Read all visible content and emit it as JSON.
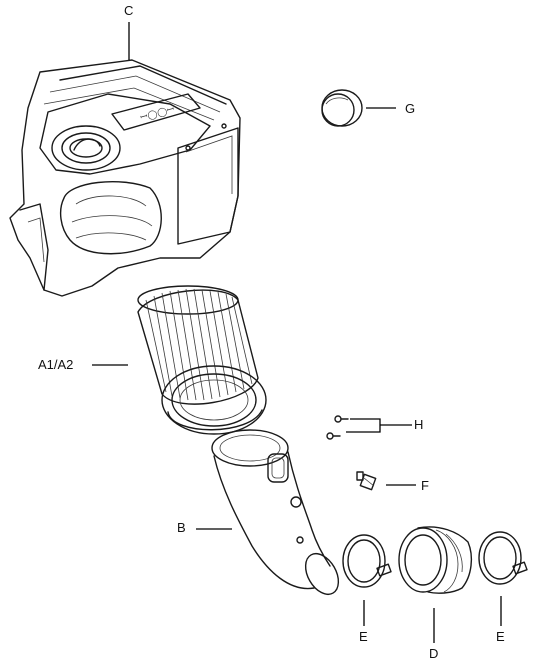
{
  "diagram": {
    "background": "#ffffff",
    "line_color": "#1a1a1a",
    "callouts": {
      "C": "C",
      "G": "G",
      "A": "A1/A2",
      "H": "H",
      "F": "F",
      "B": "B",
      "E1": "E",
      "D": "D",
      "E2": "E"
    },
    "parts": [
      {
        "key": "C",
        "icon": "airbox-housing-icon"
      },
      {
        "key": "G",
        "icon": "cap-plug-icon"
      },
      {
        "key": "A1/A2",
        "icon": "cone-filter-icon"
      },
      {
        "key": "H",
        "icon": "screws-icon"
      },
      {
        "key": "F",
        "icon": "fitting-icon"
      },
      {
        "key": "B",
        "icon": "intake-tube-icon"
      },
      {
        "key": "E",
        "icon": "hose-clamp-icon"
      },
      {
        "key": "D",
        "icon": "coupler-icon"
      }
    ]
  }
}
